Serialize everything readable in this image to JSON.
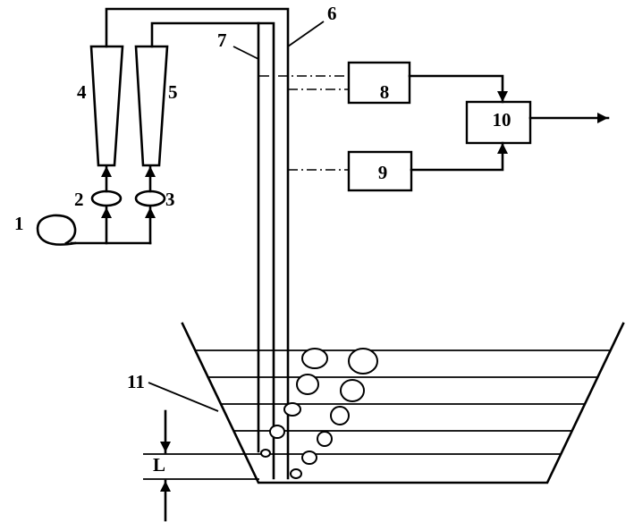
{
  "diagram": {
    "labels": {
      "item_1": "1",
      "item_2": "2",
      "item_3": "3",
      "item_4": "4",
      "item_5": "5",
      "item_6": "6",
      "item_7": "7",
      "item_8": "8",
      "item_9": "9",
      "item_10": "10",
      "item_11": "11",
      "depth_L": "L"
    },
    "colors": {
      "line": "#000000",
      "background": "#ffffff"
    }
  }
}
